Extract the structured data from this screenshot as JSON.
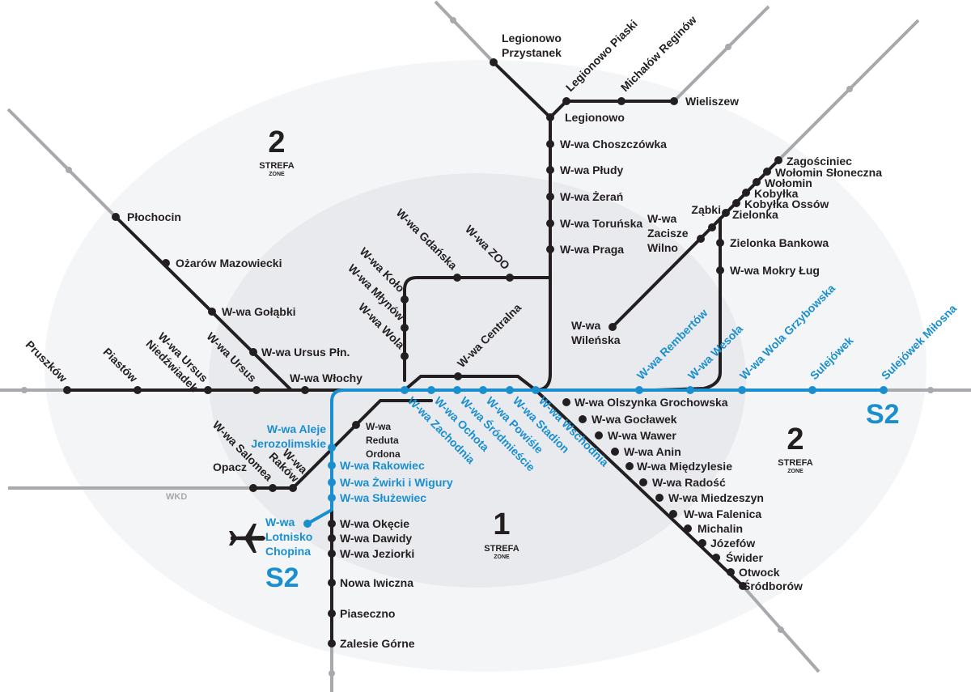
{
  "colors": {
    "line": "#231f20",
    "s2": "#1a8fd0",
    "extension": "#a7a9ac",
    "zone2": "#f4f5f7",
    "zone1": "#e9eaed"
  },
  "zones": [
    {
      "number": "2",
      "label": "STREFA",
      "sub": "ZONE"
    },
    {
      "number": "2",
      "label": "STREFA",
      "sub": "ZONE"
    },
    {
      "number": "1",
      "label": "STREFA",
      "sub": "ZONE"
    }
  ],
  "lines": {
    "s2": "S2",
    "wkd": "WKD"
  },
  "icons": {
    "airport": "airplane-icon"
  },
  "stations": [
    {
      "name": "Legionowo\nPrzystanek",
      "line": "black"
    },
    {
      "name": "Legionowo",
      "line": "black"
    },
    {
      "name": "Legionowo Piaski",
      "line": "black"
    },
    {
      "name": "Michałów Reginów",
      "line": "black"
    },
    {
      "name": "Wieliszew",
      "line": "black"
    },
    {
      "name": "W-wa Choszczówka",
      "line": "black"
    },
    {
      "name": "W-wa Płudy",
      "line": "black"
    },
    {
      "name": "W-wa Żerań",
      "line": "black"
    },
    {
      "name": "W-wa Toruńska",
      "line": "black"
    },
    {
      "name": "W-wa Praga",
      "line": "black"
    },
    {
      "name": "W-wa ZOO",
      "line": "black"
    },
    {
      "name": "W-wa Gdańska",
      "line": "black"
    },
    {
      "name": "W-wa Koło",
      "line": "black"
    },
    {
      "name": "W-wa Młynów",
      "line": "black"
    },
    {
      "name": "W-wa Wola",
      "line": "black"
    },
    {
      "name": "W-wa Centralna",
      "line": "black"
    },
    {
      "name": "Płochocin",
      "line": "black"
    },
    {
      "name": "Ożarów Mazowiecki",
      "line": "black"
    },
    {
      "name": "W-wa Gołąbki",
      "line": "black"
    },
    {
      "name": "W-wa Ursus Płn.",
      "line": "black"
    },
    {
      "name": "Pruszków",
      "line": "black"
    },
    {
      "name": "Piastów",
      "line": "black"
    },
    {
      "name": "W-wa Ursus\nNiedźwiadek",
      "line": "black"
    },
    {
      "name": "W-wa Ursus",
      "line": "black"
    },
    {
      "name": "W-wa Włochy",
      "line": "black"
    },
    {
      "name": "W-wa\nReduta\nOrdona",
      "line": "black"
    },
    {
      "name": "Opacz",
      "line": "black"
    },
    {
      "name": "W-wa Salomea",
      "line": "black"
    },
    {
      "name": "W-wa\nRaków",
      "line": "black"
    },
    {
      "name": "W-wa Olszynka Grochowska",
      "line": "black"
    },
    {
      "name": "W-wa Gocławek",
      "line": "black"
    },
    {
      "name": "W-wa Wawer",
      "line": "black"
    },
    {
      "name": "W-wa Anin",
      "line": "black"
    },
    {
      "name": "W-wa Międzylesie",
      "line": "black"
    },
    {
      "name": "W-wa Radość",
      "line": "black"
    },
    {
      "name": "W-wa Miedzeszyn",
      "line": "black"
    },
    {
      "name": "W-wa Falenica",
      "line": "black"
    },
    {
      "name": "Michalin",
      "line": "black"
    },
    {
      "name": "Józefów",
      "line": "black"
    },
    {
      "name": "Świder",
      "line": "black"
    },
    {
      "name": "Otwock",
      "line": "black"
    },
    {
      "name": "Śródborów",
      "line": "black"
    },
    {
      "name": "Zagościniec",
      "line": "black"
    },
    {
      "name": "Wołomin Słoneczna",
      "line": "black"
    },
    {
      "name": "Wołomin",
      "line": "black"
    },
    {
      "name": "Kobyłka",
      "line": "black"
    },
    {
      "name": "Kobyłka Ossów",
      "line": "black"
    },
    {
      "name": "Zielonka",
      "line": "black"
    },
    {
      "name": "Ząbki",
      "line": "black"
    },
    {
      "name": "W-wa\nZacisze\nWilno",
      "line": "black"
    },
    {
      "name": "W-wa\nWileńska",
      "line": "black"
    },
    {
      "name": "Zielonka Bankowa",
      "line": "black"
    },
    {
      "name": "W-wa Mokry Ług",
      "line": "black"
    },
    {
      "name": "W-wa Okęcie",
      "line": "black"
    },
    {
      "name": "W-wa Dawidy",
      "line": "black"
    },
    {
      "name": "W-wa Jeziorki",
      "line": "black"
    },
    {
      "name": "Nowa Iwiczna",
      "line": "black"
    },
    {
      "name": "Piaseczno",
      "line": "black"
    },
    {
      "name": "Zalesie Górne",
      "line": "black"
    },
    {
      "name": "W-wa Aleje\nJerozolimskie",
      "line": "blue"
    },
    {
      "name": "W-wa Rakowiec",
      "line": "blue"
    },
    {
      "name": "W-wa Żwirki i Wigury",
      "line": "blue"
    },
    {
      "name": "W-wa Służewiec",
      "line": "blue"
    },
    {
      "name": "W-wa\nLotnisko\nChopina",
      "line": "blue"
    },
    {
      "name": "W-wa Zachodnia",
      "line": "blue"
    },
    {
      "name": "W-wa Ochota",
      "line": "blue"
    },
    {
      "name": "W-wa Śródmieście",
      "line": "blue"
    },
    {
      "name": "W-wa Powiśle",
      "line": "blue"
    },
    {
      "name": "W-wa Stadion",
      "line": "blue"
    },
    {
      "name": "W-wa Wschodnia",
      "line": "blue"
    },
    {
      "name": "W-wa Rembertów",
      "line": "blue"
    },
    {
      "name": "W-wa Wesoła",
      "line": "blue"
    },
    {
      "name": "W-wa Wola Grzybowska",
      "line": "blue"
    },
    {
      "name": "Sulejówek",
      "line": "blue"
    },
    {
      "name": "Sulejówek Miłosna",
      "line": "blue"
    }
  ]
}
